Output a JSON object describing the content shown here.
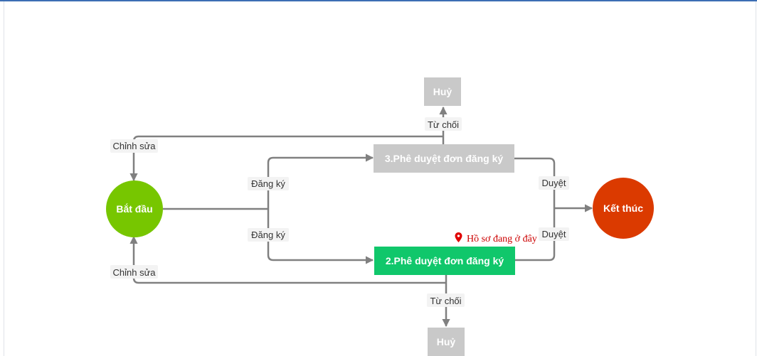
{
  "nodes": {
    "start": {
      "label": "Bắt đầu",
      "color": "#77c600"
    },
    "end": {
      "label": "Kết thúc",
      "color": "#db3a00"
    },
    "step3": {
      "label": "3.Phê duyệt đơn đăng ký",
      "color": "#c9c9c9"
    },
    "step2": {
      "label": "2.Phê duyệt đơn đăng ký",
      "color": "#10c76b"
    },
    "cancel_top": {
      "label": "Huỷ",
      "color": "#c9c9c9"
    },
    "cancel_bottom": {
      "label": "Huỷ",
      "color": "#c9c9c9"
    }
  },
  "edges": {
    "register_top": "Đăng ký",
    "register_bottom": "Đăng ký",
    "approve_top": "Duyệt",
    "approve_bottom": "Duyệt",
    "reject_top": "Từ chối",
    "reject_bottom": "Từ chối",
    "edit_top": "Chỉnh sửa",
    "edit_bottom": "Chỉnh sửa"
  },
  "status_marker": {
    "text": "Hồ sơ đang ở đây",
    "icon": "map-pin-icon",
    "color": "#e00000"
  },
  "colors": {
    "edge": "#808080",
    "accent": "#3c6eb4"
  }
}
